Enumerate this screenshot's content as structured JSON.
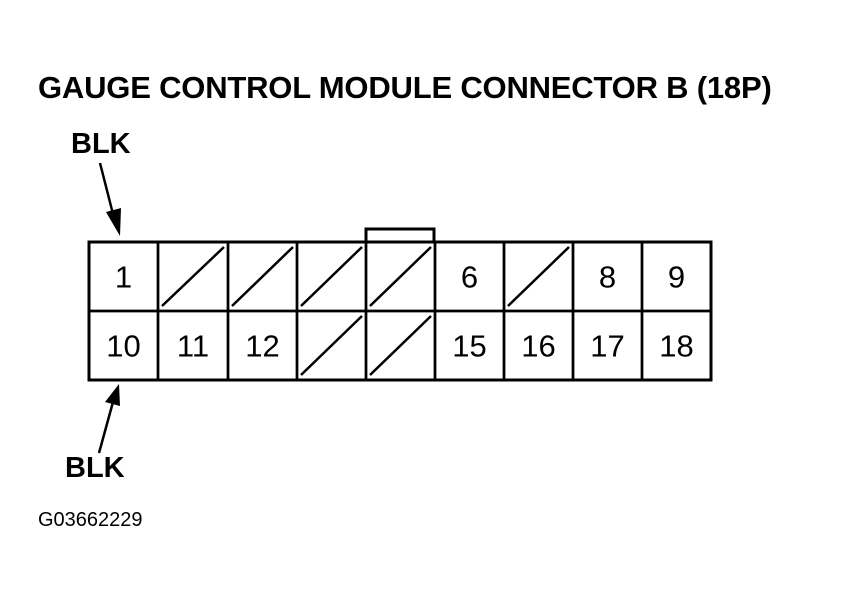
{
  "title": "GAUGE CONTROL MODULE CONNECTOR B (18P)",
  "figure_id": "G03662229",
  "wire_labels": {
    "top": "BLK",
    "bottom": "BLK"
  },
  "connector": {
    "rows": [
      [
        "1",
        "",
        "",
        "",
        "",
        "6",
        "",
        "8",
        "9"
      ],
      [
        "10",
        "11",
        "12",
        "",
        "",
        "15",
        "16",
        "17",
        "18"
      ]
    ],
    "unused_pins": [
      2,
      3,
      4,
      5,
      7,
      13,
      14
    ],
    "wire_pins": {
      "top": "1",
      "bottom": "10"
    }
  },
  "colors": {
    "line": "#000000",
    "background": "#ffffff"
  }
}
